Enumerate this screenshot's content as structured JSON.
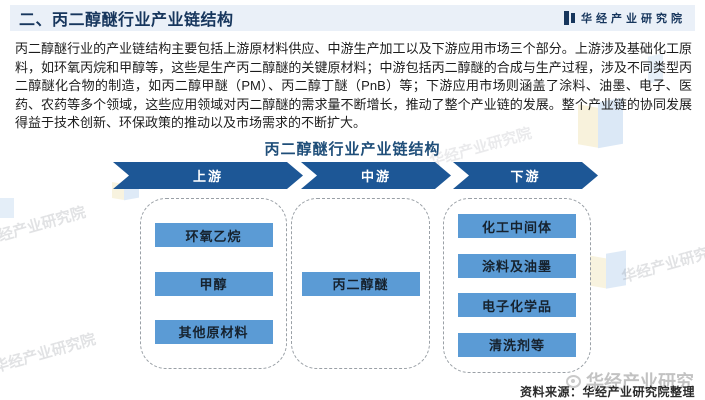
{
  "header": {
    "title": "二、丙二醇醚行业产业链结构",
    "logo_text": "华经产业研究院"
  },
  "intro": "丙二醇醚行业的产业链结构主要包括上游原材料供应、中游生产加工以及下游应用市场三个部分。上游涉及基础化工原料，如环氧丙烷和甲醇等，这些是生产丙二醇醚的关键原材料；中游包括丙二醇醚的合成与生产过程，涉及不同类型丙二醇醚化合物的制造，如丙二醇甲醚（PM）、丙二醇丁醚（PnB）等；下游应用市场则涵盖了涂料、油墨、电子、医药、农药等多个领域，这些应用领域对丙二醇醚的需求量不断增长，推动了整个产业链的发展。整个产业链的协同发展得益于技术创新、环保政策的推动以及市场需求的不断扩大。",
  "figure": {
    "title": "丙二醇醚行业产业链结构",
    "stages": [
      {
        "label": "上游",
        "items": [
          "环氧乙烷",
          "甲醇",
          "其他原材料"
        ]
      },
      {
        "label": "中游",
        "items": [
          "丙二醇醚"
        ]
      },
      {
        "label": "下游",
        "items": [
          "化工中间体",
          "涂料及油墨",
          "电子化学品",
          "清洗剂等"
        ]
      }
    ]
  },
  "footer": {
    "source_label": "资料来源：华经产业研究院整理"
  },
  "watermark": {
    "diagonal_text": "华经产业研究院",
    "bottom_text": "华经产业研究"
  },
  "colors": {
    "title_blue": "#17365D",
    "figure_title_blue": "#1F4E79",
    "banner_blue": "#1D5796",
    "box_blue": "#5B9BD5",
    "header_band": "#EAF0F8"
  }
}
